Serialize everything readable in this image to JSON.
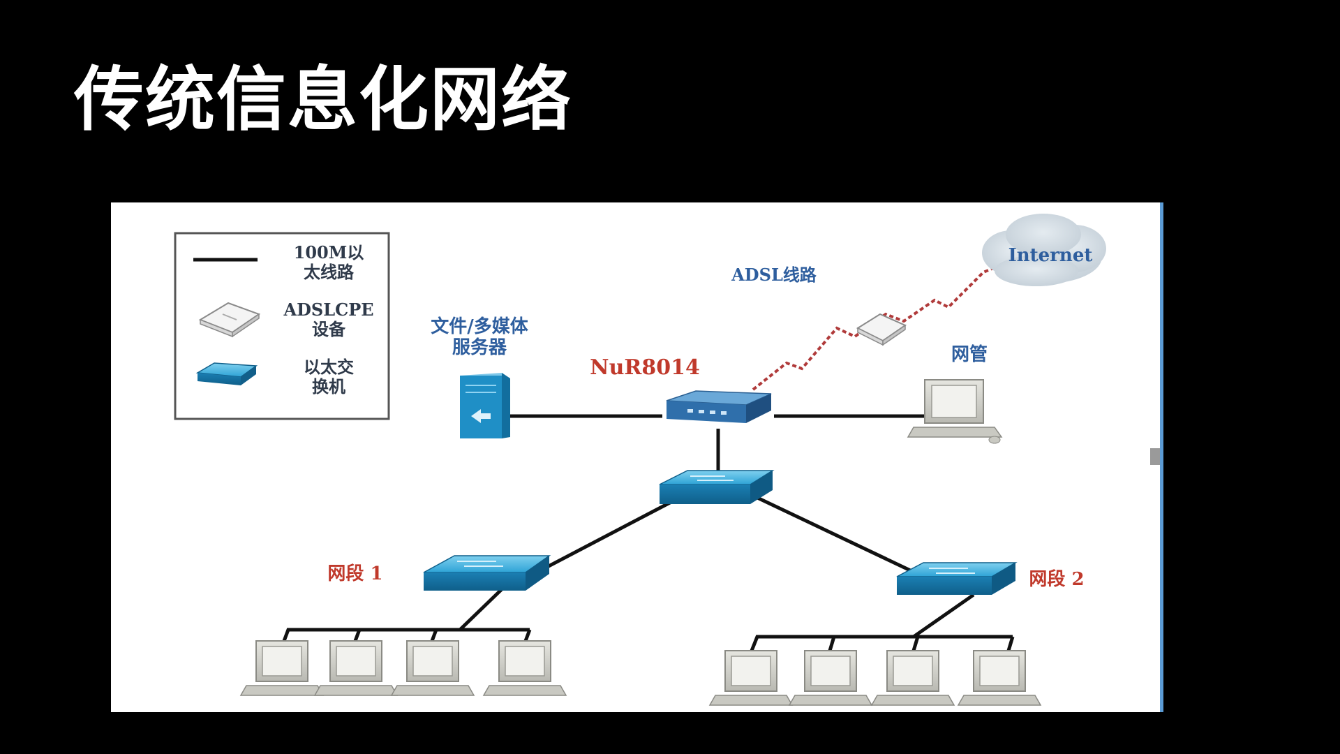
{
  "slide": {
    "title": "传统信息化网络"
  },
  "legend": {
    "items": [
      {
        "icon": "ethernet-line-icon",
        "label_line1": "100M以",
        "label_line2": "太线路"
      },
      {
        "icon": "adsl-cpe-icon",
        "label_line1": "ADSLCPE",
        "label_line2": "设备"
      },
      {
        "icon": "ethernet-switch-icon",
        "label_line1": "以太交",
        "label_line2": "换机"
      }
    ]
  },
  "diagram": {
    "internet_label": "Internet",
    "adsl_link_label": "ADSL线路",
    "server_label_line1": "文件/多媒体",
    "server_label_line2": "服务器",
    "router_label": "NuR8014",
    "management_label": "网管",
    "segment1_label": "网段 1",
    "segment2_label": "网段 2"
  },
  "colors": {
    "background": "#000000",
    "title": "#ffffff",
    "device_blue": "#1f8fc6",
    "label_red": "#c0392b",
    "adsl_red": "#c0392b",
    "cloud": "#cfd8df"
  }
}
